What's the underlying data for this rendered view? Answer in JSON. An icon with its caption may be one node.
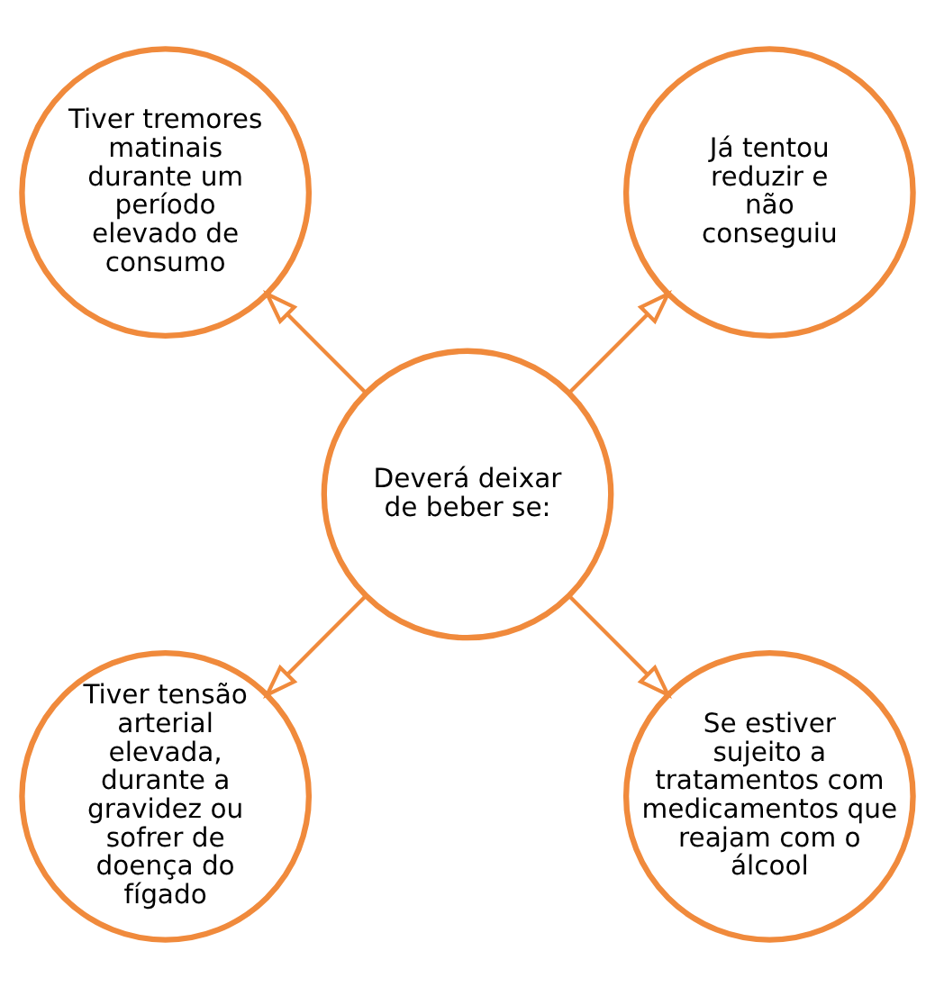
{
  "diagram": {
    "nodes": [
      {
        "text": [
          "Tiver tremores matinais durante um período elevado de consumo"
        ]
      },
      {
        "text": [
          "Já tentou reduzir e não conseguiu"
        ]
      },
      {
        "text": [
          "Deverá deixar de beber se:"
        ]
      },
      {
        "text": [
          "Tiver tensão arterial elevada, durante a gravidez ou sofrer de doença do fígado"
        ]
      },
      {
        "text": [
          "Se estiver sujeito a tratamentos com medicamentos que reajam com o álcool"
        ]
      }
    ],
    "edges": [
      {
        "from": 2,
        "to": 0,
        "arrow": "to"
      },
      {
        "from": 2,
        "to": 1,
        "arrow": "to"
      },
      {
        "from": 2,
        "to": 3,
        "arrow": "to"
      },
      {
        "from": 2,
        "to": 4,
        "arrow": "to"
      }
    ]
  }
}
